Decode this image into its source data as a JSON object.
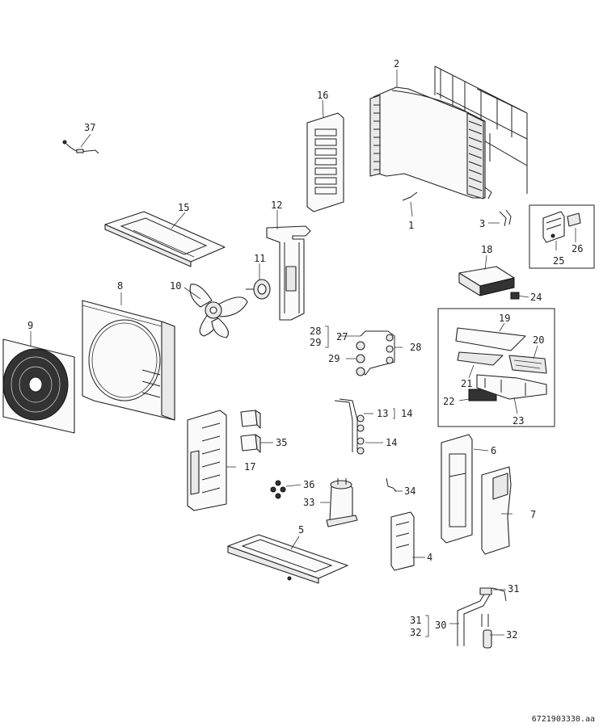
{
  "diagram": {
    "reference_code": "6721903330.aa",
    "parts": [
      {
        "id": "1",
        "label": "1"
      },
      {
        "id": "2",
        "label": "2"
      },
      {
        "id": "3",
        "label": "3"
      },
      {
        "id": "4",
        "label": "4"
      },
      {
        "id": "5",
        "label": "5"
      },
      {
        "id": "6",
        "label": "6"
      },
      {
        "id": "7",
        "label": "7"
      },
      {
        "id": "8",
        "label": "8"
      },
      {
        "id": "9",
        "label": "9"
      },
      {
        "id": "10",
        "label": "10"
      },
      {
        "id": "11",
        "label": "11"
      },
      {
        "id": "12",
        "label": "12"
      },
      {
        "id": "13",
        "label": "13"
      },
      {
        "id": "14",
        "label": "14"
      },
      {
        "id": "14b",
        "label": "14"
      },
      {
        "id": "15",
        "label": "15"
      },
      {
        "id": "16",
        "label": "16"
      },
      {
        "id": "17",
        "label": "17"
      },
      {
        "id": "18",
        "label": "18"
      },
      {
        "id": "19",
        "label": "19"
      },
      {
        "id": "20",
        "label": "20"
      },
      {
        "id": "21",
        "label": "21"
      },
      {
        "id": "22",
        "label": "22"
      },
      {
        "id": "23",
        "label": "23"
      },
      {
        "id": "24",
        "label": "24"
      },
      {
        "id": "25",
        "label": "25"
      },
      {
        "id": "26",
        "label": "26"
      },
      {
        "id": "27",
        "label": "27"
      },
      {
        "id": "28",
        "label": "28"
      },
      {
        "id": "28b",
        "label": "28"
      },
      {
        "id": "29",
        "label": "29"
      },
      {
        "id": "29b",
        "label": "29"
      },
      {
        "id": "30",
        "label": "30"
      },
      {
        "id": "31",
        "label": "31"
      },
      {
        "id": "31b",
        "label": "31"
      },
      {
        "id": "32",
        "label": "32"
      },
      {
        "id": "32b",
        "label": "32"
      },
      {
        "id": "33",
        "label": "33"
      },
      {
        "id": "34",
        "label": "34"
      },
      {
        "id": "35",
        "label": "35"
      },
      {
        "id": "36",
        "label": "36"
      },
      {
        "id": "37",
        "label": "37"
      }
    ]
  }
}
